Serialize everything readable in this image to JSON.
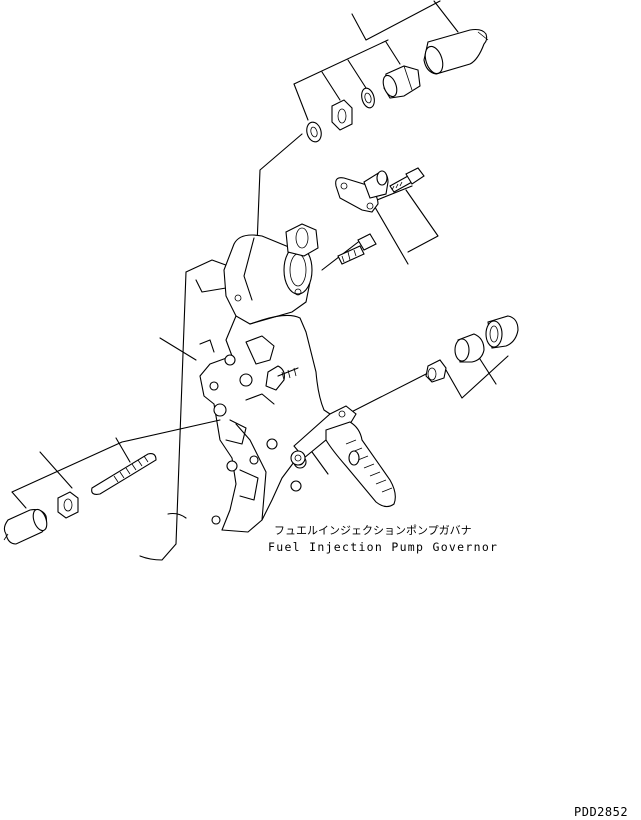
{
  "labels": {
    "part_name_jp": "フュエルインジェクションポンプガバナ",
    "part_name_en": "Fuel Injection Pump Governor",
    "drawing_code": "PDD2852"
  },
  "colors": {
    "line": "#000000",
    "background": "#ffffff"
  }
}
